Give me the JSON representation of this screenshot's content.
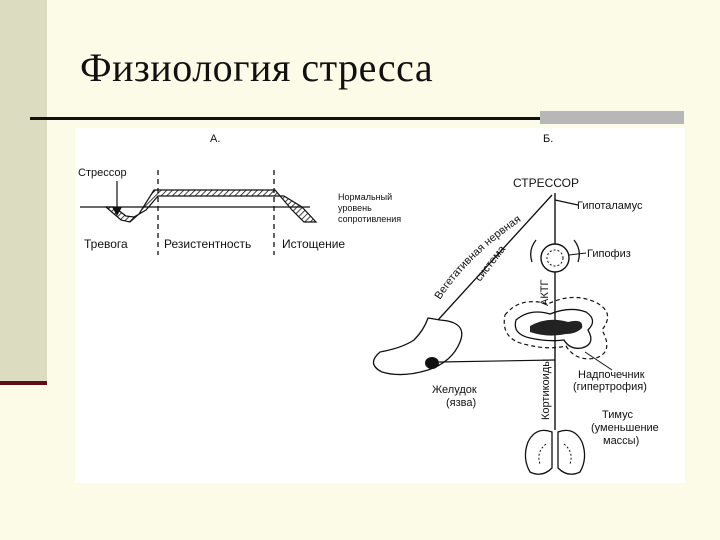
{
  "slide": {
    "title": "Физиология стресса"
  },
  "panel_a": {
    "label": "А.",
    "stressor": "Стрессор",
    "normal_level_lines": [
      "Нормальный",
      "уровень",
      "сопротивления"
    ],
    "phases": [
      "Тревога",
      "Резистентность",
      "Истощение"
    ]
  },
  "panel_b": {
    "label": "Б.",
    "stressor": "СТРЕССОР",
    "hypothalamus": "Гипоталамус",
    "pituitary": "Гипофиз",
    "autonomic_line1": "Вегетативная нервная",
    "autonomic_line2": "система",
    "actg": "АКТГ",
    "corticoids": "Кортикоиды",
    "adrenal_lines": [
      "Надпочечник",
      "(гипертрофия)"
    ],
    "stomach_lines": [
      "Желудок",
      "(язва)"
    ],
    "thymus_lines": [
      "Тимус",
      "(уменьшение",
      "массы)"
    ]
  }
}
